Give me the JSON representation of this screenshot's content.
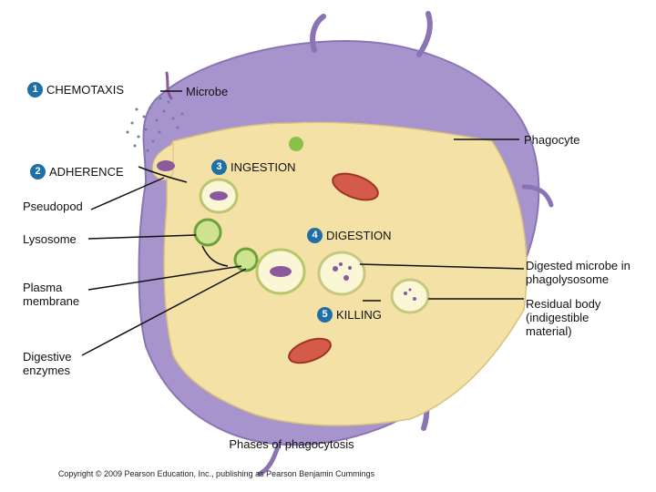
{
  "steps": [
    {
      "number": "1",
      "label": "CHEMOTAXIS"
    },
    {
      "number": "2",
      "label": "ADHERENCE"
    },
    {
      "number": "3",
      "label": "INGESTION"
    },
    {
      "number": "4",
      "label": "DIGESTION"
    },
    {
      "number": "5",
      "label": "KILLING"
    }
  ],
  "labels": {
    "microbe": "Microbe",
    "phagocyte": "Phagocyte",
    "pseudopod": "Pseudopod",
    "lysosome": "Lysosome",
    "plasma_membrane": "Plasma membrane",
    "digestive_enzymes": "Digestive enzymes",
    "digested_microbe": "Digested microbe in phagolysosome",
    "residual_body": "Residual body (indigestible material)"
  },
  "caption": "Phases of phagocytosis",
  "copyright": "Copyright © 2009 Pearson Education, Inc., publishing as Pearson Benjamin Cummings",
  "colors": {
    "cell_membrane": "#9b86c2",
    "cytoplasm": "#f2dfa0",
    "badge": "#1e6fa8",
    "microbe": "#8a5a9c",
    "mitochondrion": "#c24a3c",
    "lysosome": "#8bbf4a"
  }
}
